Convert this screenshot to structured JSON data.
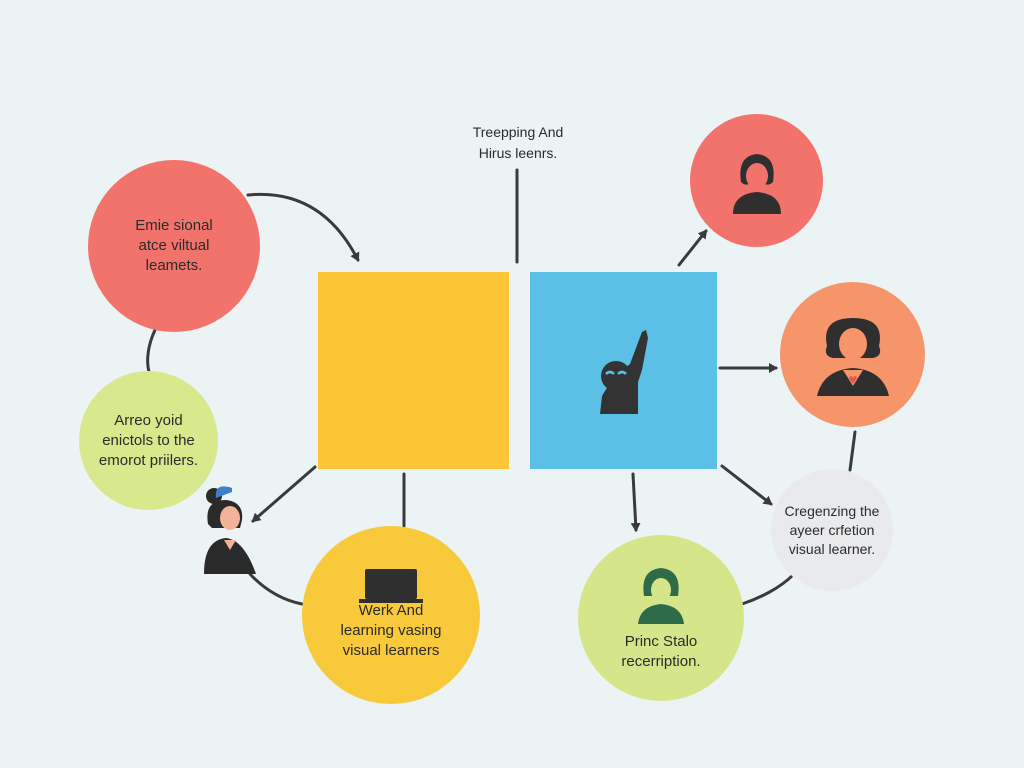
{
  "diagram": {
    "top_label": "Treepping And\nHirus leenrs.",
    "nodes": {
      "red_left": {
        "text": "Emie sional\natce viltual\nleamets.",
        "color": "#f2736b"
      },
      "green_left": {
        "text": "Arreo yoid\nenictols to the\nemorot priilers.",
        "color": "#d8e88c"
      },
      "yellow_bottom": {
        "text": "Werk And\nlearning vasing\nvisual learners",
        "color": "#f9c93c"
      },
      "green_bottom": {
        "text": "Princ Stalo\nrecerription.",
        "color": "#d5e68a"
      },
      "gray_right": {
        "text": "Cregenzing the\nayeer crfetion\nvisual learner.",
        "color": "#e9eaec"
      },
      "red_top_right": {
        "color": "#f2736b"
      },
      "orange_right": {
        "color": "#f6946a"
      }
    },
    "squares": {
      "yellow": {
        "color": "#fbc535"
      },
      "blue": {
        "color": "#5bbfe6"
      }
    },
    "icons": [
      "woman-avatar-icon",
      "woman-avatar-icon",
      "person-raising-hand-icon",
      "woman-at-laptop-icon",
      "laptop-icon",
      "woman-avatar-icon"
    ],
    "line_color": "#3a3a3a"
  }
}
